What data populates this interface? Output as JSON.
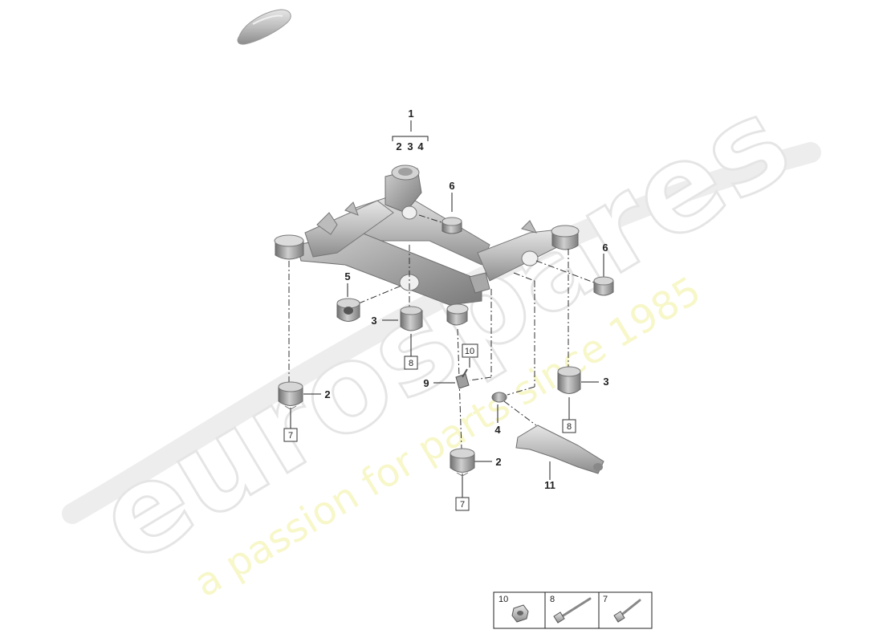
{
  "watermark": {
    "brand": "eurospares",
    "tagline": "a passion for parts since 1985"
  },
  "callouts": {
    "c1": "1",
    "c2_top": "2",
    "c3_top": "3",
    "c4_top": "4",
    "c6_upper": "6",
    "c6_right": "6",
    "c5": "5",
    "c3_center": "3",
    "c8_center": "8",
    "c10_box": "10",
    "c9": "9",
    "c2_left": "2",
    "c7_left": "7",
    "c4_link": "4",
    "c3_right": "3",
    "c8_right": "8",
    "c2_bottom": "2",
    "c7_bottom": "7",
    "c11": "11"
  },
  "legend": {
    "items": [
      {
        "label": "10",
        "icon": "nut-icon"
      },
      {
        "label": "8",
        "icon": "bolt-icon"
      },
      {
        "label": "7",
        "icon": "bolt-icon"
      }
    ]
  }
}
